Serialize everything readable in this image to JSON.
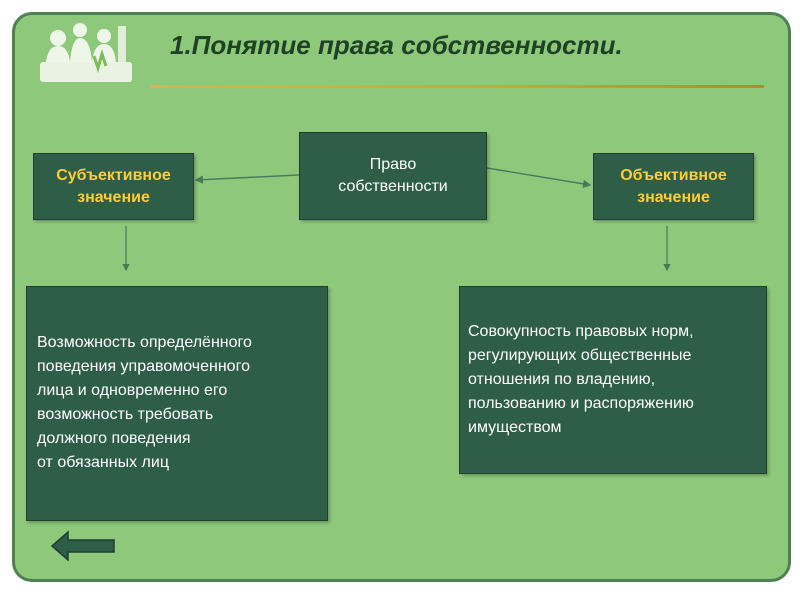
{
  "slide": {
    "title": "1.Понятие права собственности."
  },
  "diagram": {
    "center": {
      "label": "Право собственности"
    },
    "left": {
      "heading": "Субъективное значение",
      "description": "Возможность определённого\nповедения управомоченного\nлица и одновременно его\nвозможность требовать\nдолжного поведения\nот обязанных лиц"
    },
    "right": {
      "heading": "Объективное значение",
      "description": "Совокупность правовых норм,\nрегулирующих общественные\nотношения по владению,\nпользованию и распоряжению\nимуществом"
    }
  },
  "colors": {
    "panel_background": "#8ec97b",
    "panel_border": "#4f8150",
    "box_fill": "#2e5d48",
    "heading_text": "#ffcc33",
    "title_text": "#1f4226",
    "accent_rule": "#c9a43e"
  },
  "icons": {
    "logo": "people-silhouette-logo-icon",
    "navigation": "back-arrow-icon"
  }
}
